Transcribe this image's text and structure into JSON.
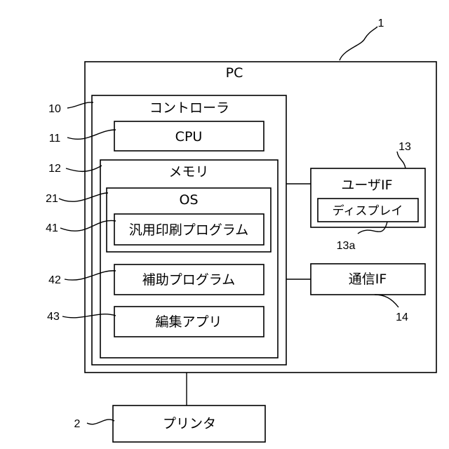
{
  "labels": {
    "pc": "PC",
    "controller": "コントローラ",
    "cpu": "CPU",
    "memory": "メモリ",
    "os": "OS",
    "generic_print_program": "汎用印刷プログラム",
    "auxiliary_program": "補助プログラム",
    "editing_app": "編集アプリ",
    "user_if": "ユーザIF",
    "display": "ディスプレイ",
    "comm_if": "通信IF",
    "printer": "プリンタ"
  },
  "refs": {
    "pc": "1",
    "printer": "2",
    "controller": "10",
    "cpu": "11",
    "memory": "12",
    "user_if": "13",
    "display": "13a",
    "comm_if": "14",
    "os": "21",
    "generic_print_program": "41",
    "auxiliary_program": "42",
    "editing_app": "43"
  }
}
